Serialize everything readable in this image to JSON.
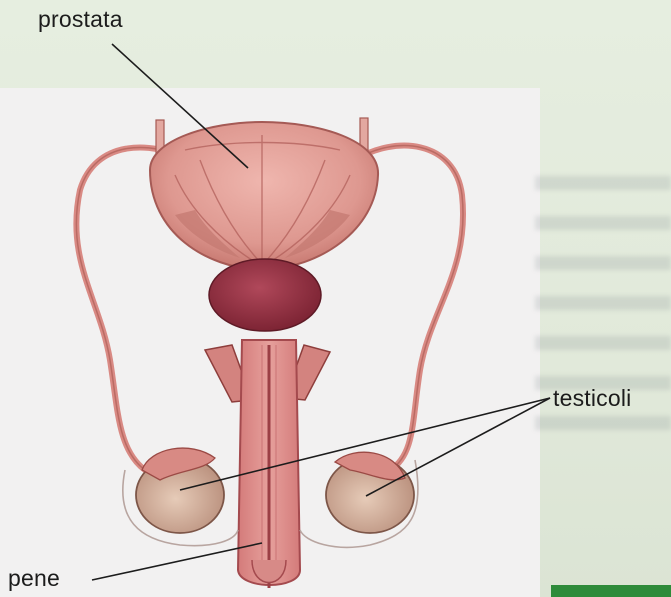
{
  "labels": {
    "prostate": "prostata",
    "testicles": "testicoli",
    "penis": "pene"
  },
  "colors": {
    "background": "#e3ebdc",
    "panel": "#f2f1f1",
    "tissue": "#d88b86",
    "bladder": "#e0a19b",
    "prostate_gland": "#8e2f3d",
    "testis": "#cfa592",
    "leader_line": "#1c1c1c"
  }
}
